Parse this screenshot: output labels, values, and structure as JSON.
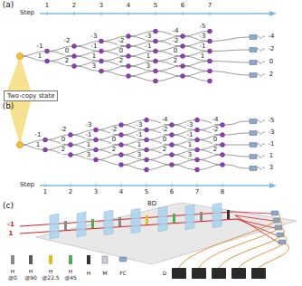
{
  "diagram": {
    "nodes": [
      {
        "text": [
          "Two-copy state"
        ]
      }
    ],
    "labels": [
      "(a)",
      "Step",
      "1",
      "2",
      "3",
      "4",
      "5",
      "6",
      "7",
      "-1",
      "1",
      "-2",
      "0",
      "2",
      "-3",
      "-1",
      "1",
      "3",
      "-2",
      "0",
      "2",
      "-3",
      "-1",
      "1",
      "3",
      "-4",
      "-2",
      "0",
      "2",
      "-5",
      "-3",
      "-1",
      "1",
      "-4",
      "-2",
      "0",
      "2",
      "(b)",
      "Step",
      "1",
      "2",
      "3",
      "4",
      "5",
      "6",
      "7",
      "8",
      "-1",
      "1",
      "-2",
      "0",
      "2",
      "-3",
      "-1",
      "1",
      "3",
      "-2",
      "0",
      "2",
      "-3",
      "-1",
      "1",
      "3",
      "-4",
      "-2",
      "0",
      "2",
      "-3",
      "-1",
      "1",
      "3",
      "-4",
      "-2",
      "0",
      "2",
      "-5",
      "-3",
      "-1",
      "1",
      "3",
      "(c)",
      "-1",
      "1",
      "BD"
    ],
    "legend": [
      {
        "text": "H @0"
      },
      {
        "text": "H @90"
      },
      {
        "text": "H @22.5"
      },
      {
        "text": "H @45"
      },
      {
        "text": "H"
      },
      {
        "text": "M"
      },
      {
        "text": "FC"
      },
      {
        "text": "D"
      }
    ]
  }
}
